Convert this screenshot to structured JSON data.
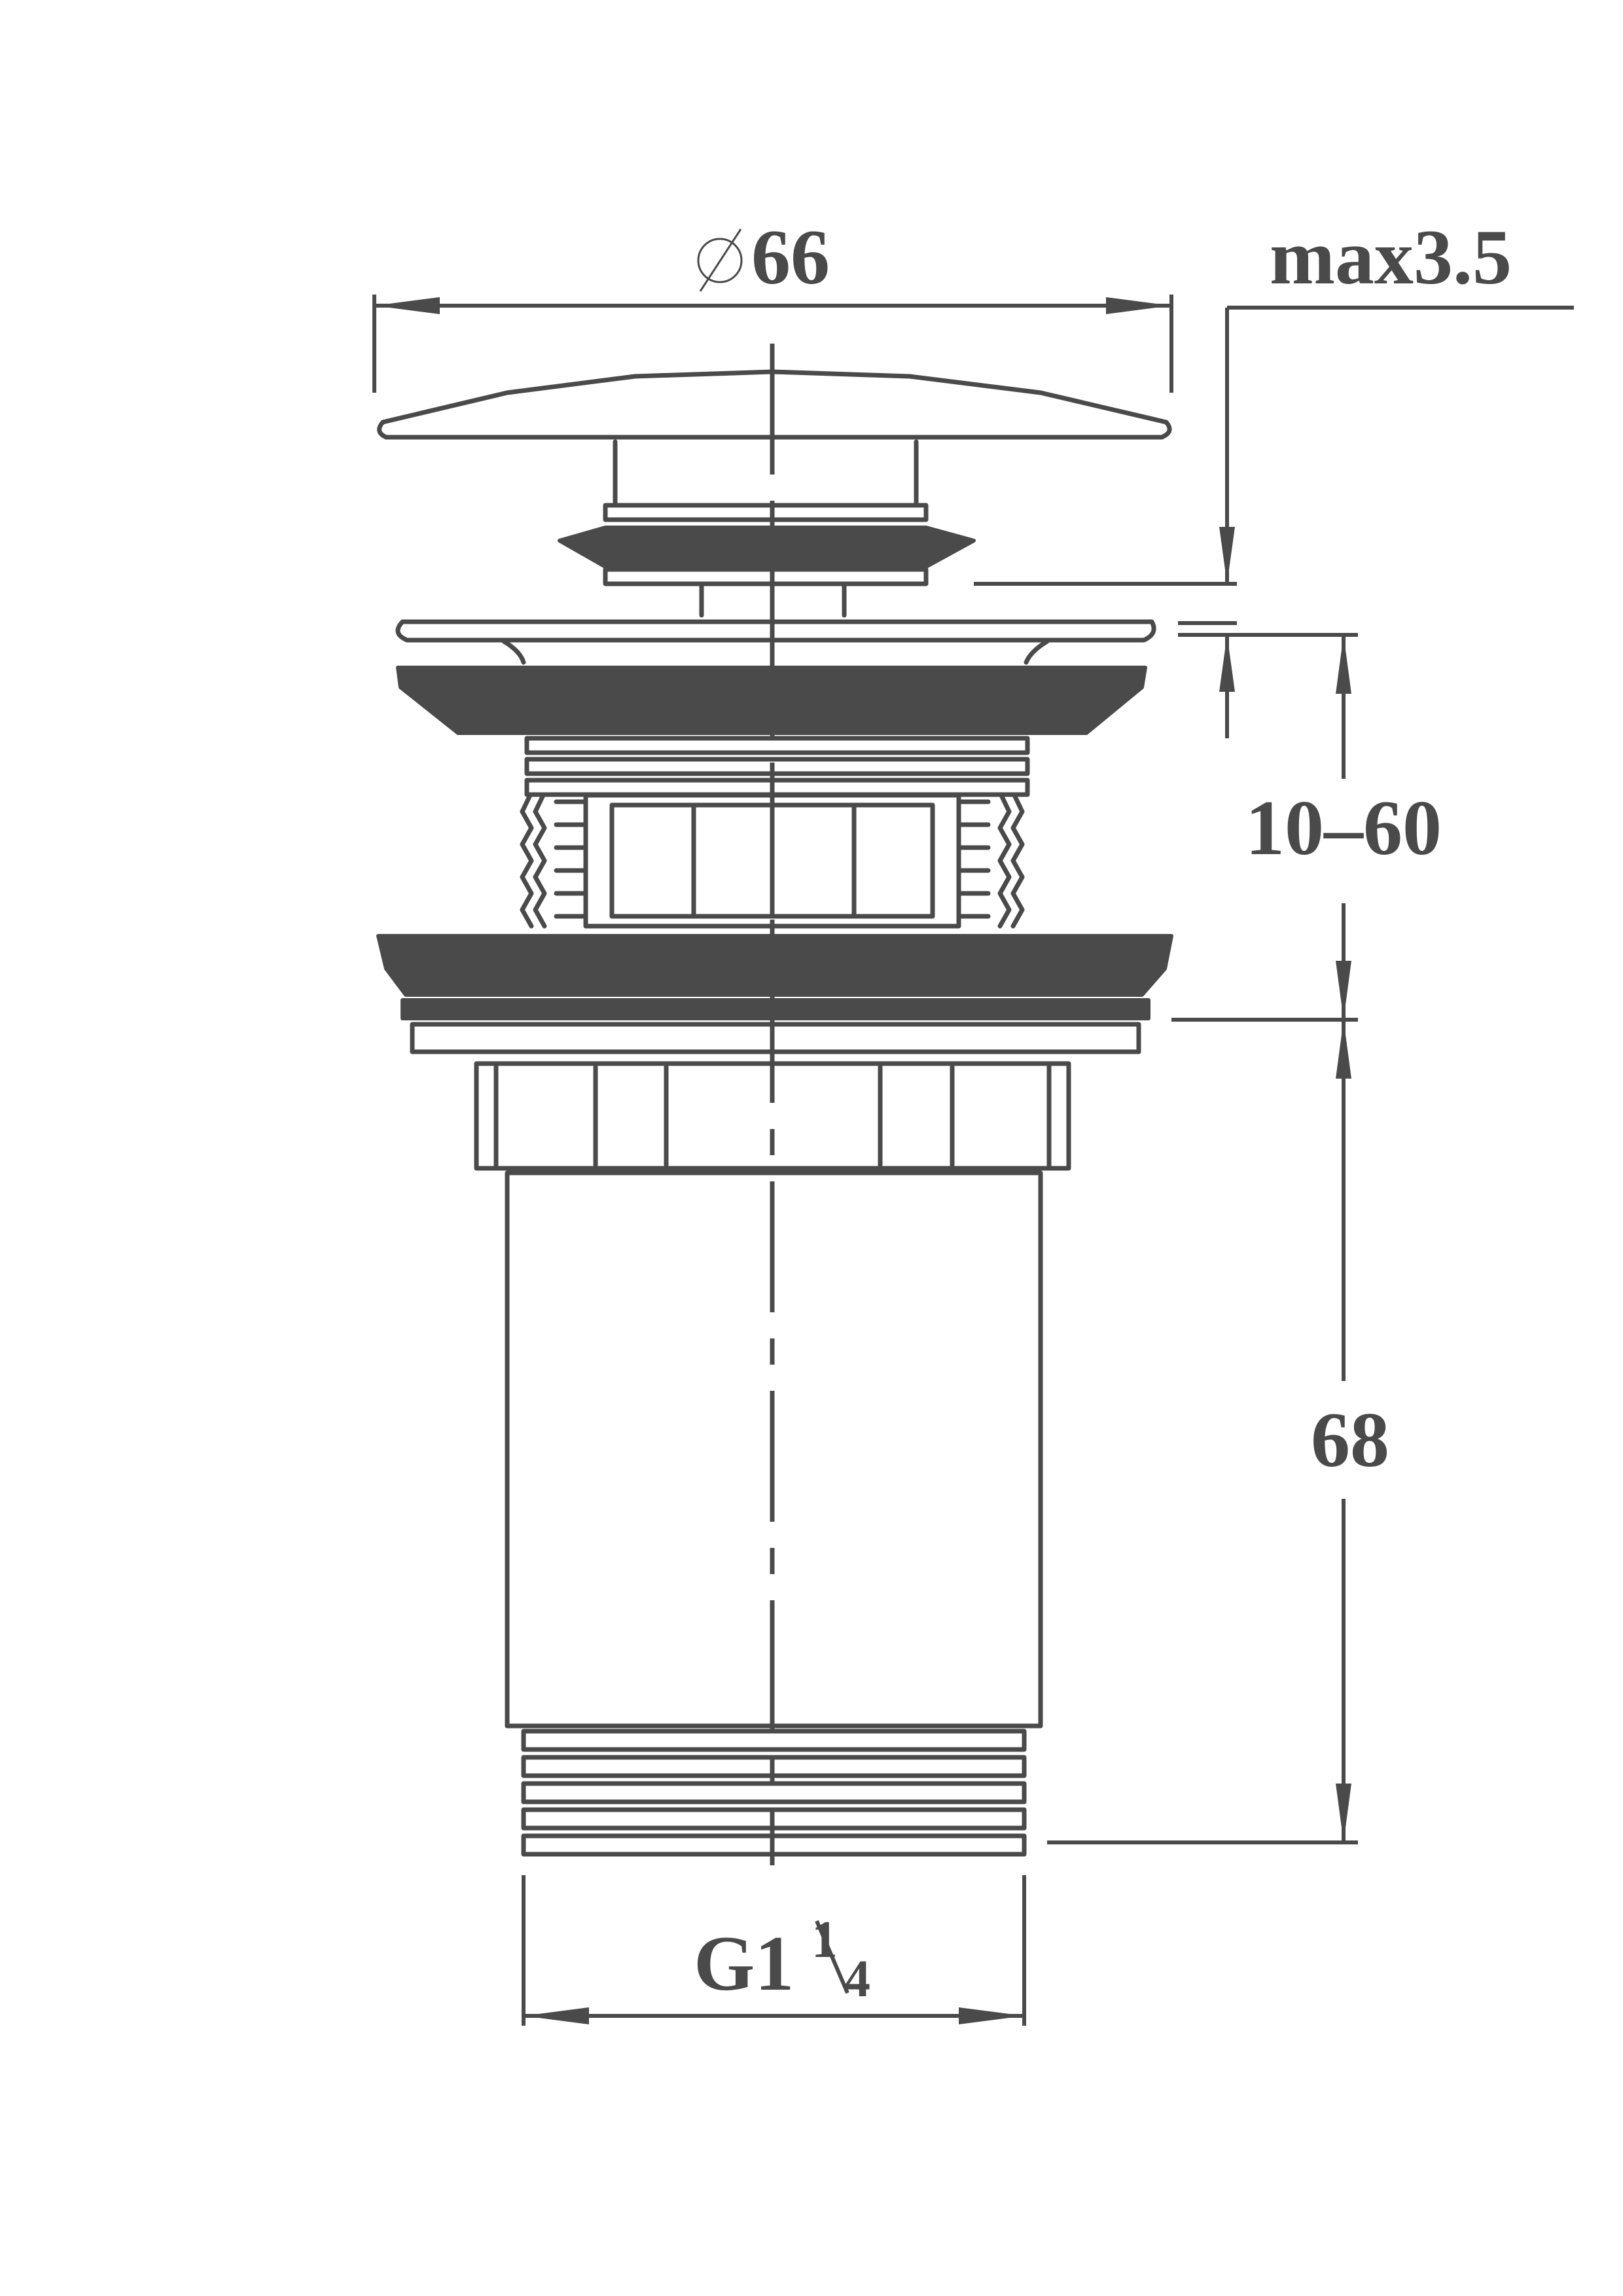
{
  "dimensions": {
    "cap_diameter_value": "66",
    "cap_lift": "max3.5",
    "plug_height_range": "10–60",
    "body_length": "68",
    "thread_whole": "G1",
    "thread_frac_num": "1",
    "thread_frac_den": "4"
  },
  "icons": {
    "diameter_symbol": "diameter-icon"
  },
  "colors": {
    "line": "#4a4a4a",
    "background": "#ffffff"
  }
}
